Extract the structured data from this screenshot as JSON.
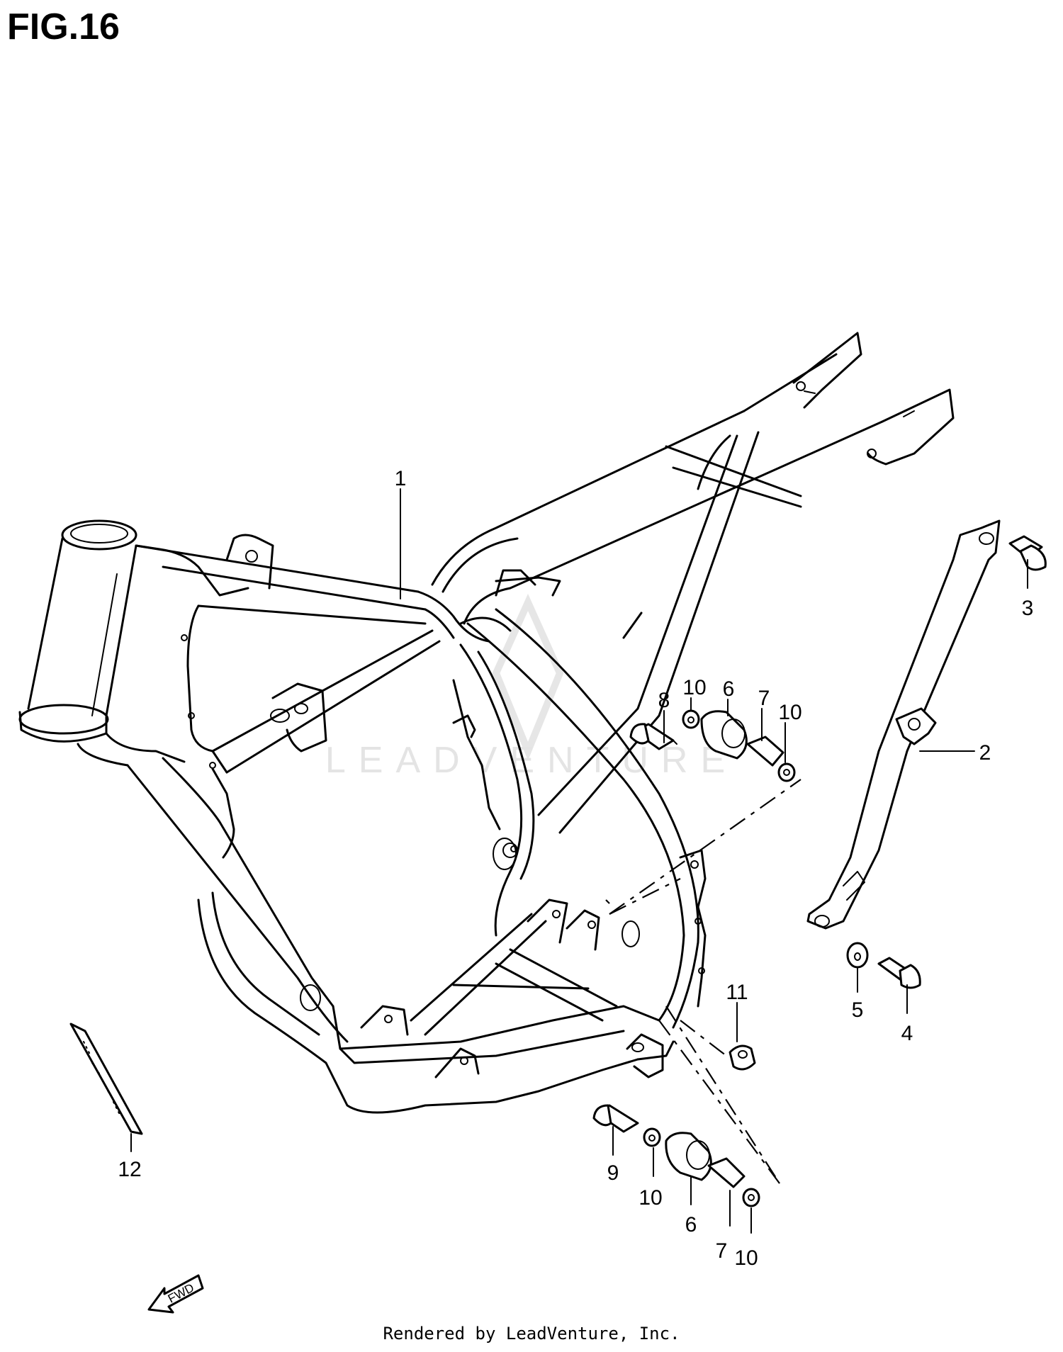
{
  "title": "FIG.16",
  "watermark": "LEADVENTURE",
  "footer": "Rendered by LeadVenture, Inc.",
  "fwd_label": "FWD",
  "callouts": {
    "c1": "1",
    "c2": "2",
    "c3": "3",
    "c4": "4",
    "c5": "5",
    "c6a": "6",
    "c6b": "6",
    "c7a": "7",
    "c7b": "7",
    "c8": "8",
    "c9": "9",
    "c10a": "10",
    "c10b": "10",
    "c10c": "10",
    "c10d": "10",
    "c11": "11",
    "c12": "12"
  }
}
